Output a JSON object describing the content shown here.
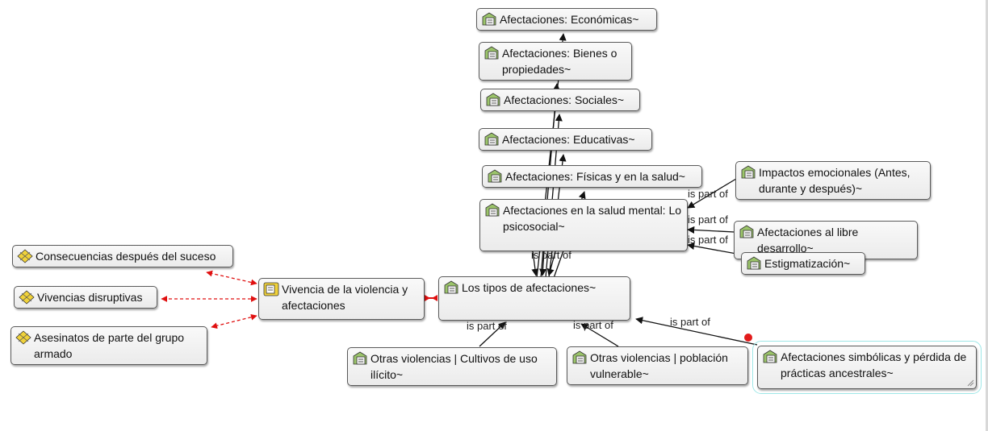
{
  "relation_label": "is part of",
  "nodes": {
    "economicas": "Afectaciones: Económicas~",
    "bienes": "Afectaciones: Bienes o propiedades~",
    "sociales": "Afectaciones: Sociales~",
    "educativas": "Afectaciones: Educativas~",
    "fisicas": "Afectaciones: Físicas y en la salud~",
    "impactos": "Impactos emocionales (Antes, durante y después)~",
    "mental": "Afectaciones en la salud mental: Lo psicosocial~",
    "libre": "Afectaciones al libre desarrollo~",
    "estigma": "Estigmatización~",
    "consecuencias": "Consecuencias después del suceso",
    "vivencias": "Vivencias disruptivas",
    "asesinatos": "Asesinatos de parte del grupo armado",
    "vivencia_violencia": "Vivencia de la violencia y afectaciones",
    "tipos": "Los tipos de afectaciones~",
    "cultivos": "Otras violencias | Cultivos de uso ilícito~",
    "vulnerable": "Otras violencias | población vulnerable~",
    "simbolicas": "Afectaciones simbólicas y pérdida de prácticas ancestrales~"
  },
  "colors": {
    "node_border": "#5a5a5a",
    "link_black": "#111111",
    "link_red": "#e01010",
    "selection_outline": "#9ee7e7",
    "code_icon": "#f0d23a",
    "code_icon_alt": "#6fb04a"
  }
}
